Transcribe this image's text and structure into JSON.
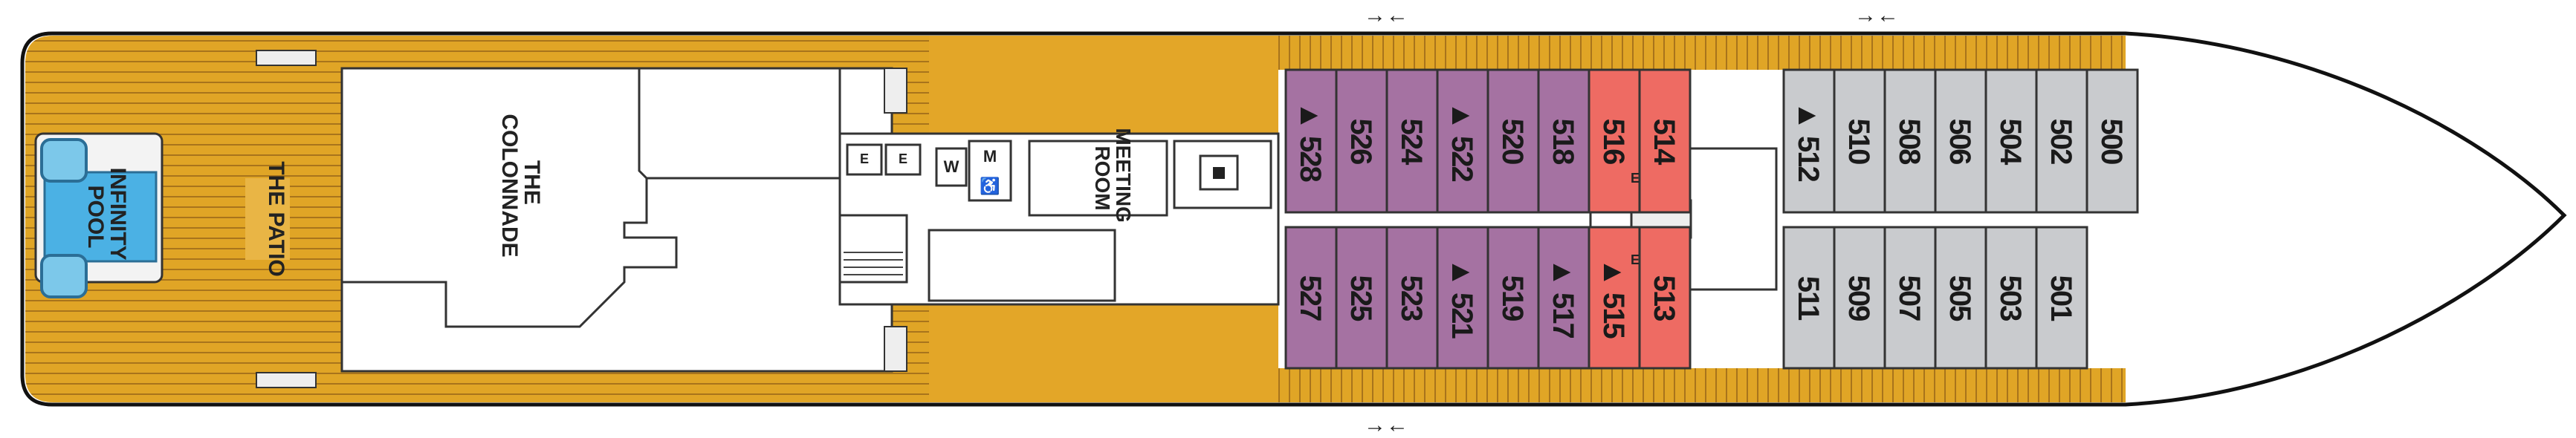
{
  "deck": {
    "areas": {
      "patio": "THE PATIO",
      "pool_line1": "INFINITY",
      "pool_line2": "POOL",
      "colonnade_line1": "THE",
      "colonnade_line2": "COLONNADE",
      "meeting_line1": "MEETING",
      "meeting_line2": "ROOM"
    },
    "facility_labels": {
      "elevator": "E",
      "women": "W",
      "men": "M",
      "accessible": "♿"
    },
    "legend_colors": {
      "deck_wood": "#e0a526",
      "cabin_purple": "#a572a2",
      "cabin_red": "#ee6b63",
      "cabin_grey": "#c9cbce",
      "pool_water": "#4bb1e4"
    },
    "cabins": {
      "top_purple": [
        "528",
        "526",
        "524",
        "522",
        "520",
        "518"
      ],
      "top_red": [
        "516",
        "514"
      ],
      "top_grey": [
        "512",
        "510",
        "508",
        "506",
        "504",
        "502",
        "500"
      ],
      "bottom_purple": [
        "527",
        "525",
        "523",
        "521",
        "519",
        "517"
      ],
      "bottom_red": [
        "515",
        "513"
      ],
      "bottom_grey": [
        "511",
        "509",
        "507",
        "505",
        "503",
        "501"
      ]
    },
    "accessible_marker": "▲",
    "connecting_marker": "→←"
  }
}
